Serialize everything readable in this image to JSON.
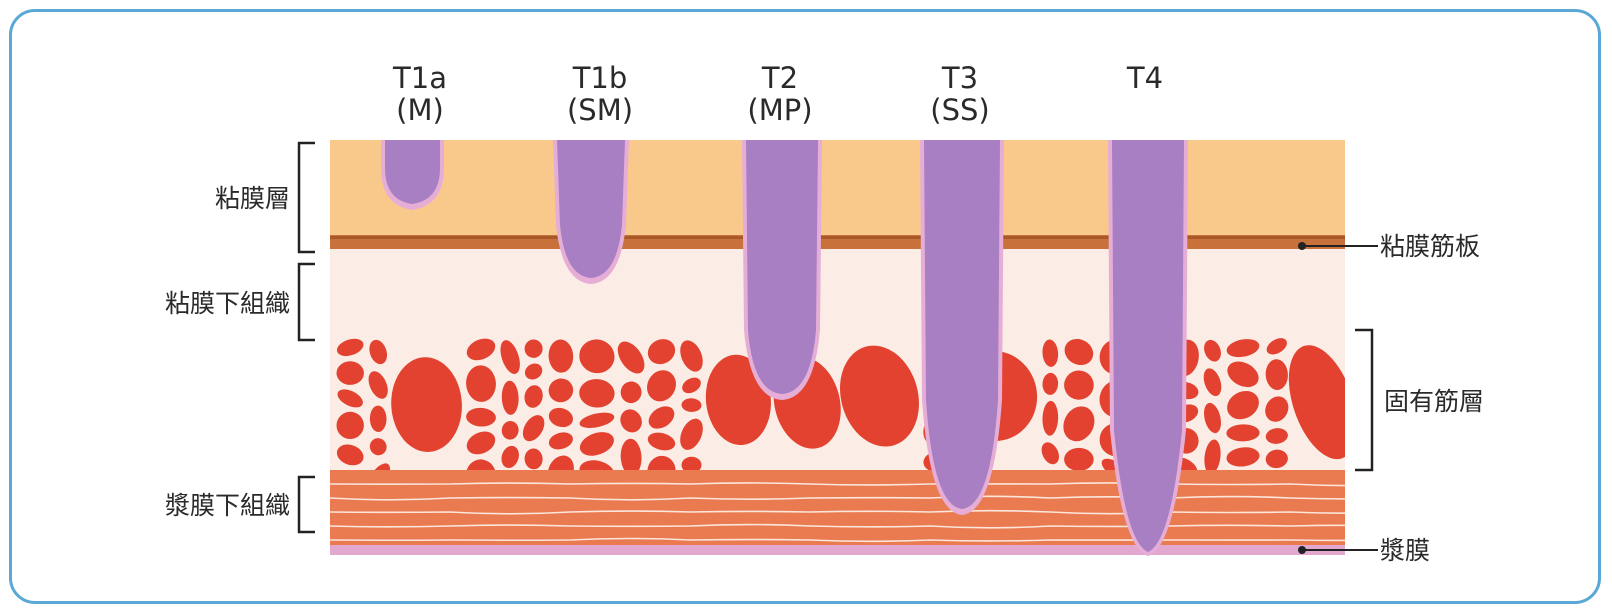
{
  "stages": [
    {
      "code": "T1a",
      "sub": "(M)"
    },
    {
      "code": "T1b",
      "sub": "(SM)"
    },
    {
      "code": "T2",
      "sub": "(MP)"
    },
    {
      "code": "T3",
      "sub": "(SS)"
    },
    {
      "code": "T4",
      "sub": ""
    }
  ],
  "left_labels": {
    "mucosa": "粘膜層",
    "submucosa": "粘膜下組織",
    "subserosa": "漿膜下組織"
  },
  "right_labels": {
    "muscularis_mucosae": "粘膜筋板",
    "muscularis_propria": "固有筋層",
    "serosa": "漿膜"
  },
  "colors": {
    "frame": "#5aa8d6",
    "mucosa": "#f9c98c",
    "muscularis_mucosae": "#c8713a",
    "submucosa": "#fbece6",
    "muscle_cell": "#e2422f",
    "subserosa": "#ea7a4f",
    "serosa": "#e2a8cf",
    "tumor": "#a77fc2",
    "tumor_edge": "#e6aed6"
  }
}
